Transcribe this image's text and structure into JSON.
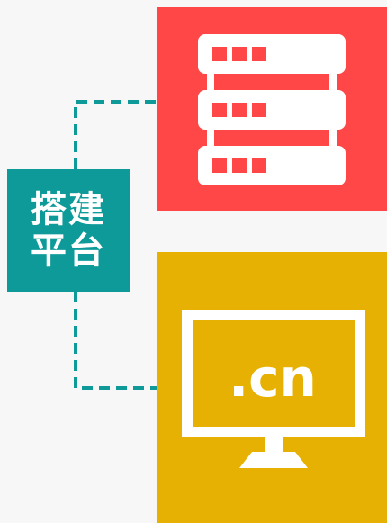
{
  "platform_box": {
    "lines": [
      "搭建",
      "平台"
    ],
    "color": "#0d9a99"
  },
  "server_panel": {
    "color": "#ff4747",
    "icon": "server-icon"
  },
  "domain_panel": {
    "color": "#e6b102",
    "icon": "monitor-icon",
    "text": ".cn"
  },
  "connector": {
    "color": "#0d9a99",
    "style": "dashed"
  }
}
